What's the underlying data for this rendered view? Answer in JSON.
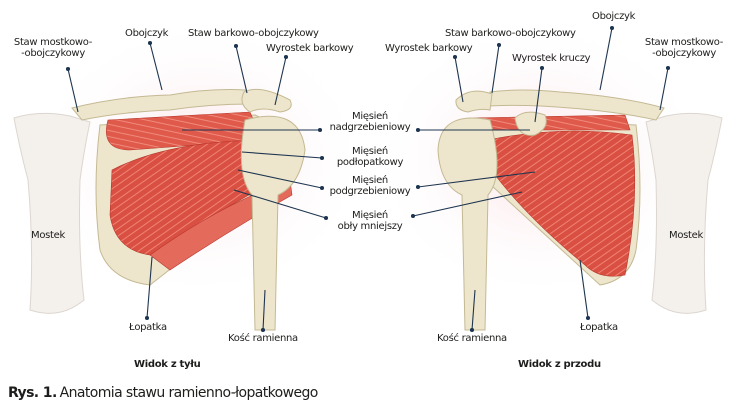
{
  "colors": {
    "bone": "#ede6cd",
    "bone_stroke": "#c4b993",
    "muscle": "#dd5446",
    "muscle_dark": "#b8362c",
    "glow": "#fbe7ea",
    "line": "#1e3550"
  },
  "posterior": {
    "view_label": "Widok z tyłu",
    "labels": {
      "sternoclavicular_1": "Staw mostkowo-",
      "sternoclavicular_2": "-obojczykowy",
      "clavicle": "Obojczyk",
      "acromioclavicular": "Staw barkowo-obojczykowy",
      "acromion": "Wyrostek barkowy",
      "sternum": "Mostek",
      "scapula": "Łopatka",
      "humerus": "Kość ramienna"
    }
  },
  "muscles": {
    "supraspinatus_1": "Mięsień",
    "supraspinatus_2": "nadgrzebieniowy",
    "subscapularis_1": "Mięsień",
    "subscapularis_2": "podłopatkowy",
    "infraspinatus_1": "Mięsień",
    "infraspinatus_2": "podgrzebieniowy",
    "teres_minor_1": "Mięsień",
    "teres_minor_2": "obły mniejszy"
  },
  "anterior": {
    "view_label": "Widok z przodu",
    "labels": {
      "acromioclavicular": "Staw barkowo-obojczykowy",
      "clavicle": "Obojczyk",
      "sternoclavicular_1": "Staw mostkowo-",
      "sternoclavicular_2": "-obojczykowy",
      "acromion": "Wyrostek barkowy",
      "coracoid": "Wyrostek kruczy",
      "sternum": "Mostek",
      "humerus": "Kość ramienna",
      "scapula": "Łopatka"
    }
  },
  "caption": {
    "prefix": "Rys. 1.",
    "text": "Anatomia stawu ramienno-łopatkowego"
  }
}
